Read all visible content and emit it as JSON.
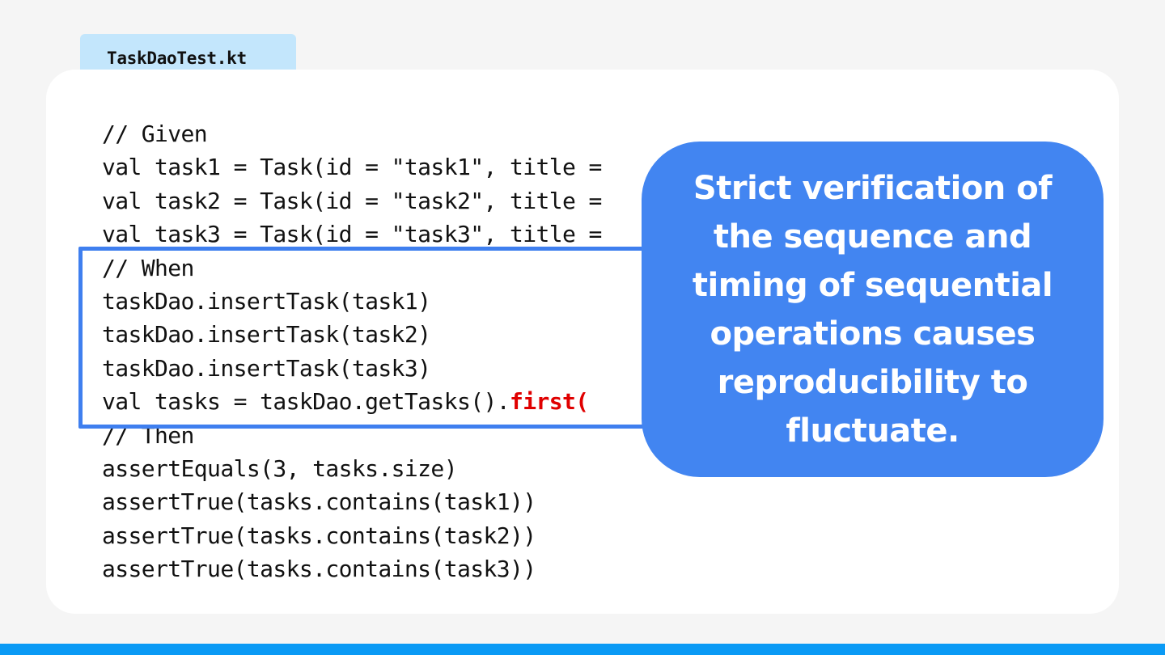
{
  "file_tab": {
    "label": "TaskDaoTest.kt"
  },
  "code": {
    "lines": [
      "// Given",
      "val task1 = Task(id = \"task1\", title = ",
      "val task2 = Task(id = \"task2\", title = ",
      "val task3 = Task(id = \"task3\", title = ",
      "// When",
      "taskDao.insertTask(task1)",
      "taskDao.insertTask(task2)",
      "taskDao.insertTask(task3)",
      "val tasks = taskDao.getTasks().",
      "// Then",
      "assertEquals(3, tasks.size)",
      "assertTrue(tasks.contains(task1))",
      "assertTrue(tasks.contains(task2))",
      "assertTrue(tasks.contains(task3))"
    ],
    "highlight_token": "first("
  },
  "callout": {
    "text": "Strict verification of the sequence and timing of sequential operations causes reproducibility to fluctuate."
  },
  "colors": {
    "accent_blue": "#4285f1",
    "highlight_red": "#e00000",
    "tab_bg": "#c3e6fc",
    "bottom_bar": "#0a9af5"
  }
}
